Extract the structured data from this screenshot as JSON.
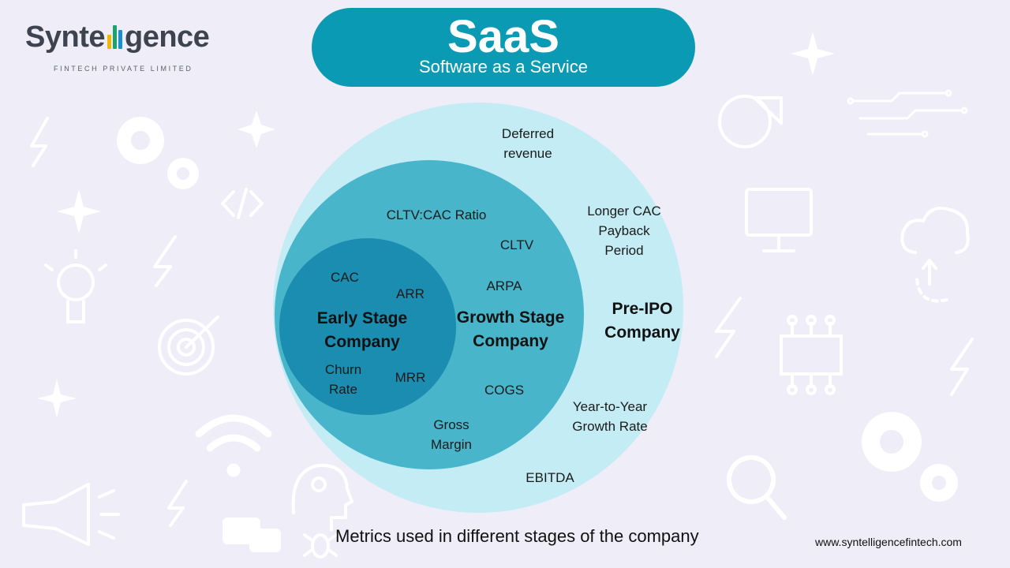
{
  "logo": {
    "word_left": "Synte",
    "word_right": "gence",
    "subtitle": "FINTECH PRIVATE LIMITED",
    "bar_colors": [
      "#f2b705",
      "#1aa36f",
      "#1a8fd0"
    ]
  },
  "title": {
    "main": "SaaS",
    "sub": "Software as a Service"
  },
  "stages": {
    "early": {
      "name": [
        "Early Stage",
        "Company"
      ],
      "metrics": {
        "cac": "CAC",
        "arr": "ARR",
        "churn": [
          "Churn",
          "Rate"
        ],
        "mrr": "MRR"
      }
    },
    "growth": {
      "name": [
        "Growth Stage",
        "Company"
      ],
      "metrics": {
        "cltv_cac": "CLTV:CAC Ratio",
        "cltv": "CLTV",
        "arpa": "ARPA",
        "cogs": "COGS",
        "gross_margin": [
          "Gross",
          "Margin"
        ]
      }
    },
    "preipo": {
      "name": [
        "Pre-IPO",
        "Company"
      ],
      "metrics": {
        "deferred": [
          "Deferred",
          "revenue"
        ],
        "payback": [
          "Longer CAC",
          "Payback",
          "Period"
        ],
        "yoy": [
          "Year-to-Year",
          "Growth Rate"
        ],
        "ebitda": "EBITDA"
      }
    }
  },
  "caption": "Metrics used in different stages of the company",
  "website": "www.syntelligencefintech.com",
  "colors": {
    "background": "#eeedf8",
    "title_pill": "#0b9ab3",
    "outer_circle": "#c4ecf4",
    "middle_circle": "#48b5ca",
    "inner_circle": "#1b8db0",
    "decor_icons": "#ffffff"
  },
  "decor_icons": [
    "lightning-icon",
    "gear-icon",
    "sparkle-icon",
    "code-icon",
    "lightbulb-icon",
    "target-icon",
    "wifi-icon",
    "megaphone-icon",
    "chat-icon",
    "head-gear-icon",
    "bug-icon",
    "pie-chart-icon",
    "circuit-icon",
    "monitor-icon",
    "cloud-sync-icon",
    "api-chip-icon",
    "magnifier-icon"
  ]
}
